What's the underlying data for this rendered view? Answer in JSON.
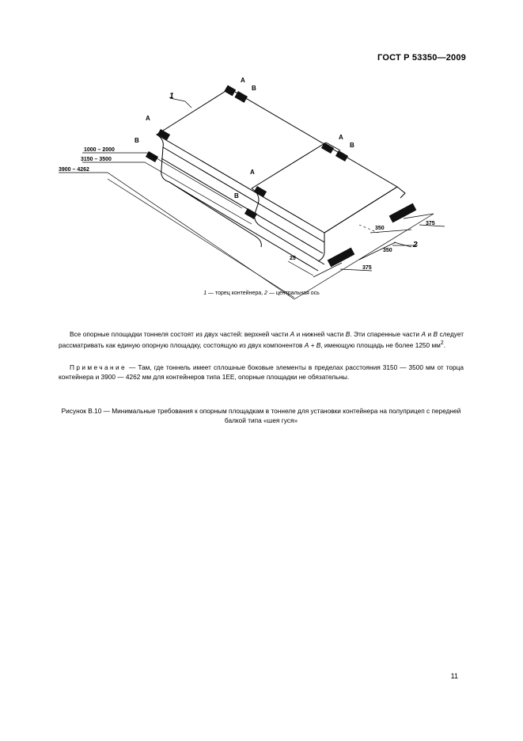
{
  "header": {
    "standard": "ГОСТ Р 53350—2009"
  },
  "figure": {
    "labels": {
      "a1": "А",
      "b1": "В",
      "a2": "А",
      "b2": "В",
      "a3": "А",
      "b3": "В",
      "a4": "А",
      "b4": "В",
      "n1": "1",
      "n2": "2",
      "d1": "1000 – 2000",
      "d2": "3150 – 3500",
      "d3": "3900 – 4262",
      "d25": "25",
      "d375a": "375",
      "d350a": "350",
      "d350b": "350",
      "d375b": "375"
    },
    "caption": {
      "n1": "1",
      "t1": " — торец контейнера, ",
      "n2": "2",
      "t2": " — центральная ось"
    }
  },
  "body": {
    "p1_a": "Все опорные площадки тоннеля состоят из двух частей: верхней части ",
    "p1_A": "А",
    "p1_b": " и нижней части ",
    "p1_B": "В",
    "p1_c": ". Эти спаренные части ",
    "p1_A2": "А",
    "p1_d": " и ",
    "p1_B2": "В",
    "p1_e": " следует рассматривать как единую опорную площадку, состоящую из двух компонентов ",
    "p1_AB": "А + В",
    "p1_f": ", имеющую площадь не более 1250 мм",
    "p1_sup": "2",
    "p1_g": ".",
    "note_label": "Примечание",
    "note_text": " — Там, где тоннель имеет сплошные боковые элементы в пределах расстояния 3150 — 3500 мм от торца контейнера и 3900 — 4262 мм для контейнеров типа 1ЕЕ, опорные площадки не обязательны."
  },
  "figure_title": "Рисунок В.10 — Минимальные требования к опорным площадкам в тоннеле для установки контейнера на полуприцеп с передней балкой типа «шея гуся»",
  "page_number": "11"
}
